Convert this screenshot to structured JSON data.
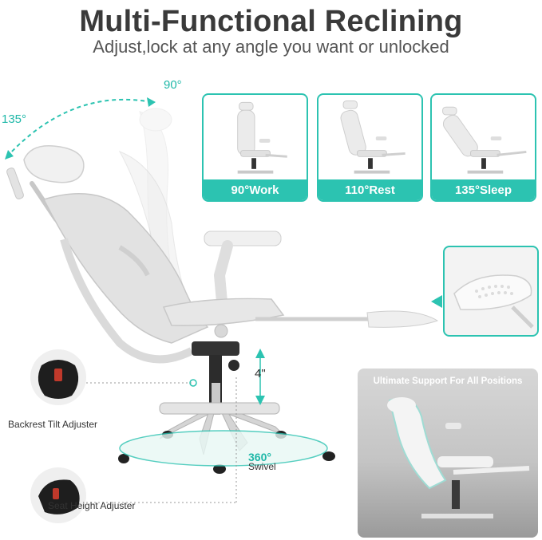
{
  "header": {
    "title": "Multi-Functional Reclining",
    "subtitle": "Adjust,lock at any angle you want or unlocked"
  },
  "angles": {
    "upright": "90°",
    "recline": "135°"
  },
  "modes": [
    {
      "label": "90°Work"
    },
    {
      "label": "110°Rest"
    },
    {
      "label": "135°Sleep"
    }
  ],
  "adjusters": {
    "backrest": "Backrest Tilt Adjuster",
    "seat_height": "Seat Height Adjuster"
  },
  "height": {
    "label": "4\""
  },
  "swivel": {
    "degrees": "360°",
    "word": "Swivel"
  },
  "support_photo": {
    "title": "Ultimate Support For All Positions"
  },
  "colors": {
    "accent": "#2cc3b1",
    "frame": "#e6e6e6",
    "mesh": "#d4d4d4",
    "metal": "#bfbfbf"
  }
}
